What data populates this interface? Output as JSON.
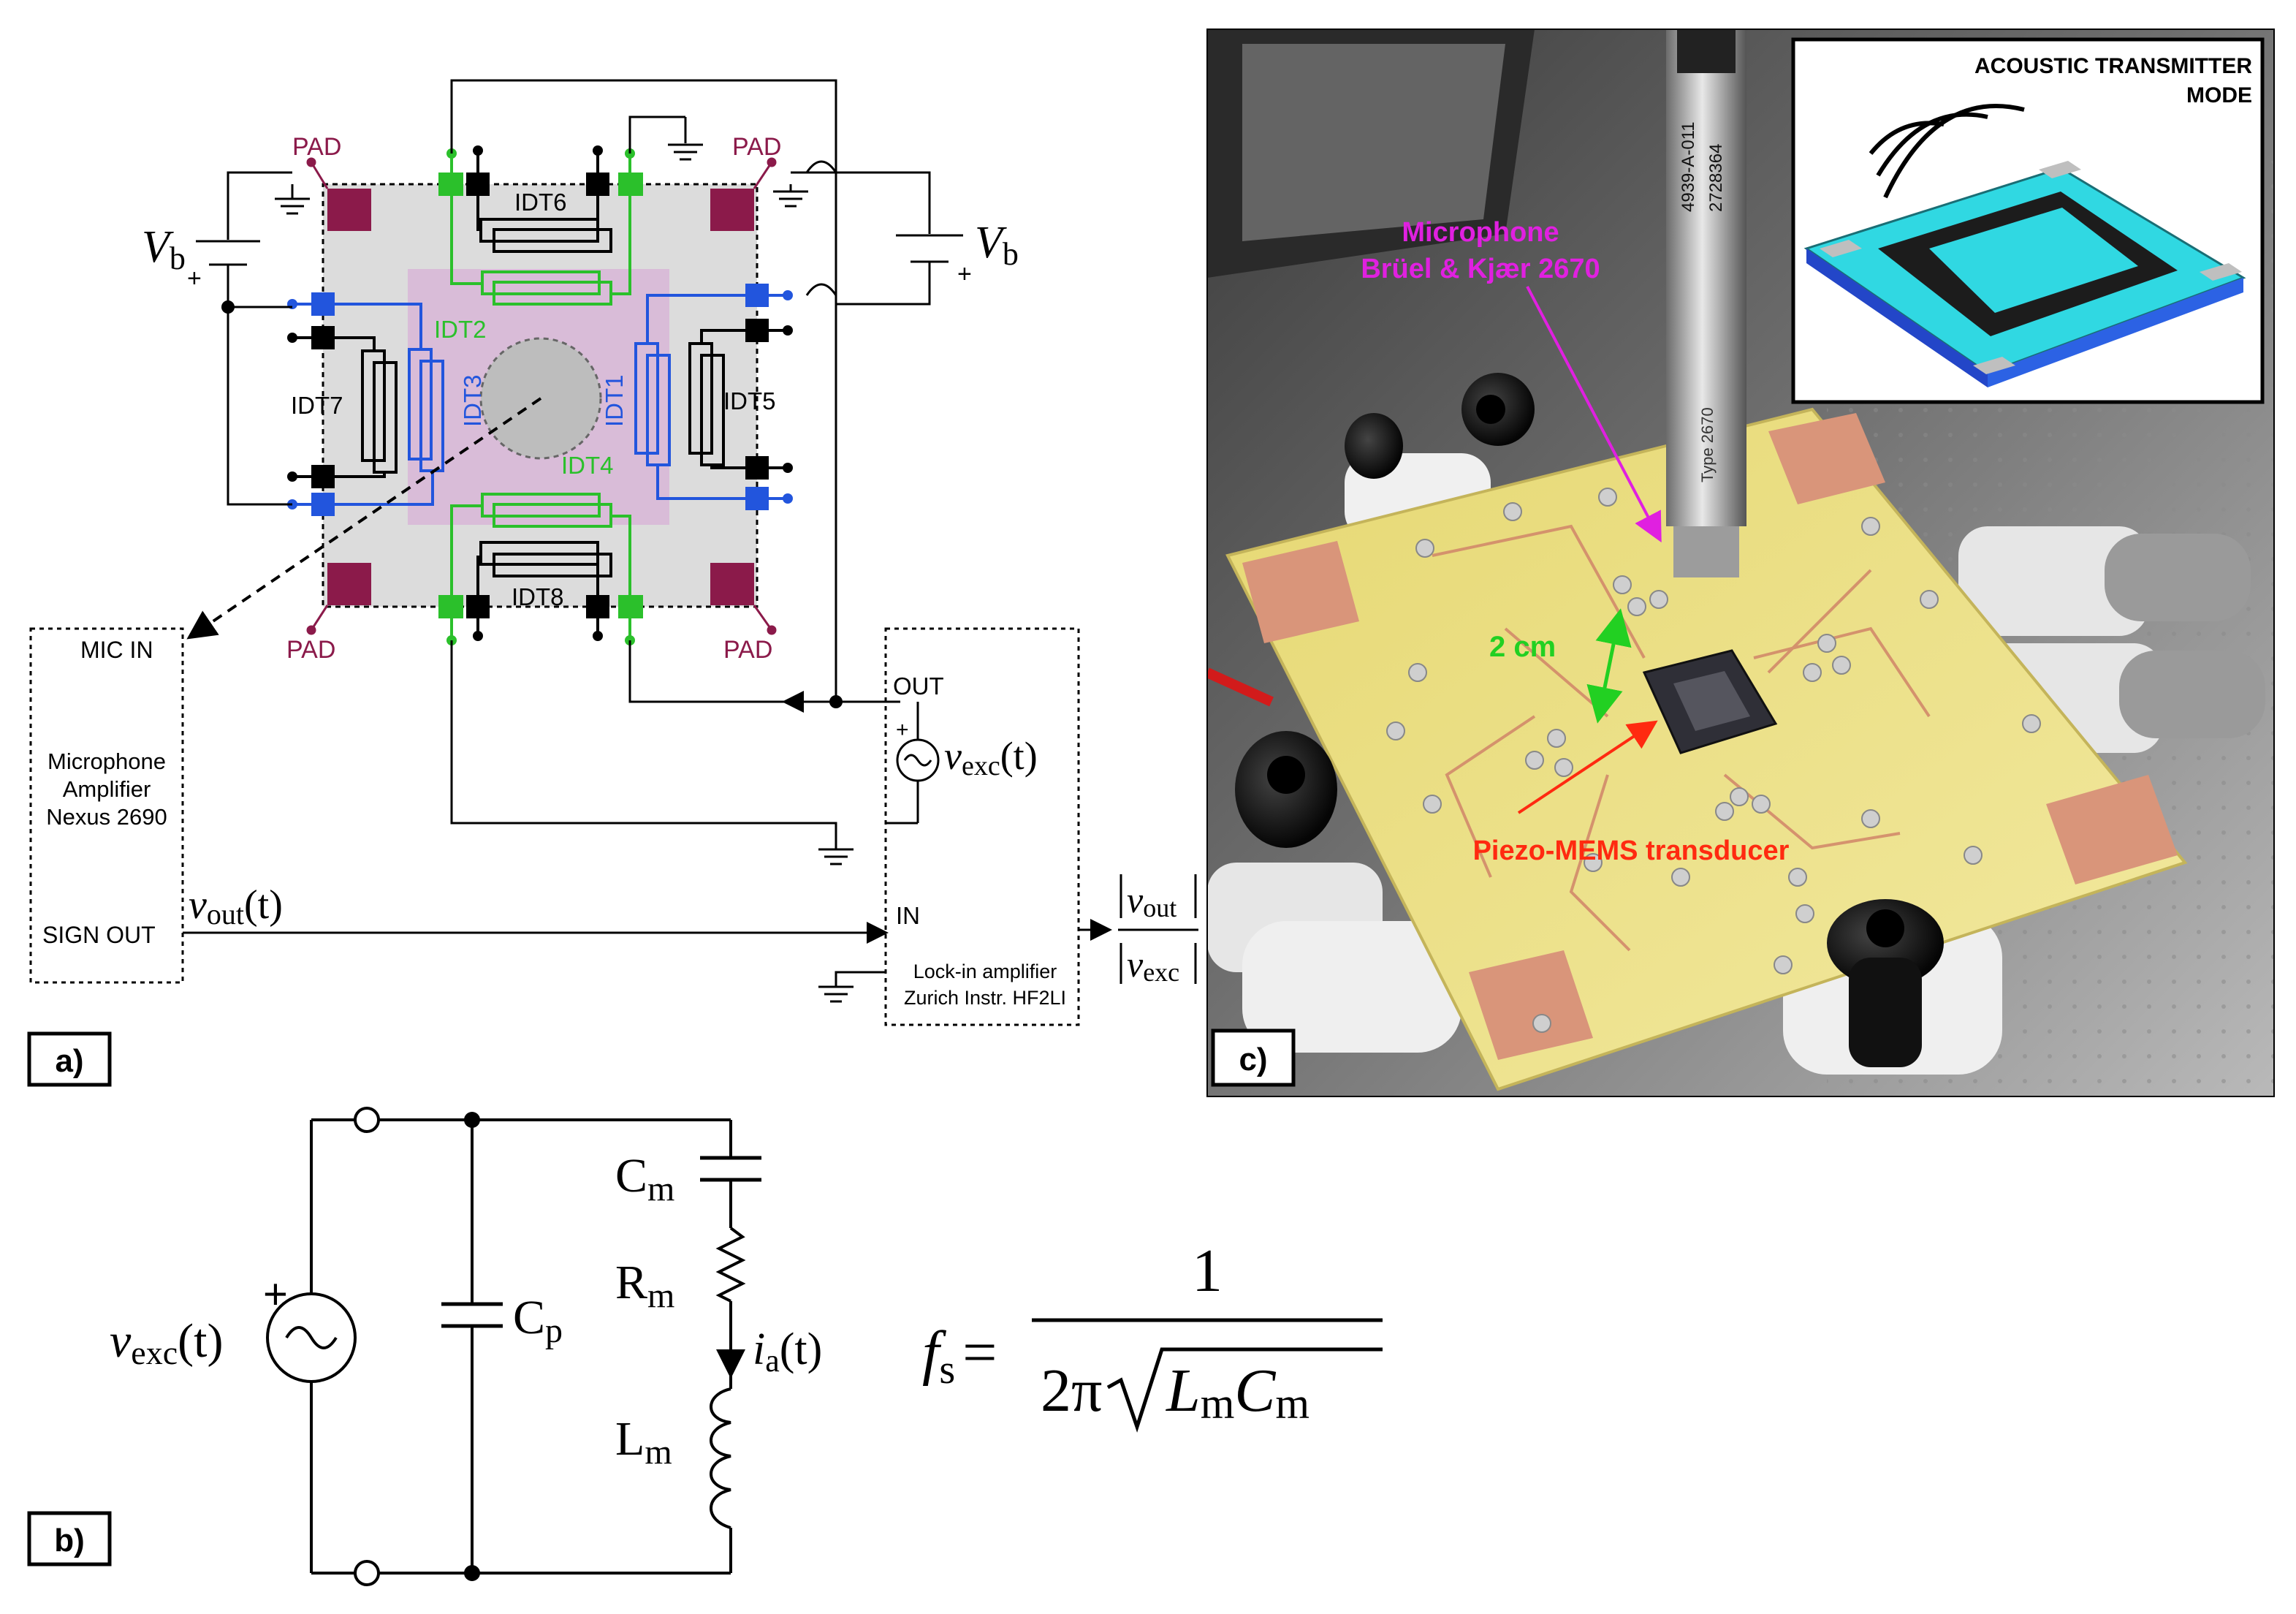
{
  "panel_a": {
    "label": "a)",
    "pads": [
      "PAD",
      "PAD",
      "PAD",
      "PAD"
    ],
    "vb_left": "V",
    "vb_left_sub": "b",
    "vb_right": "V",
    "vb_right_sub": "b",
    "plus": "+",
    "idts": {
      "idt1": "IDT1",
      "idt2": "IDT2",
      "idt3": "IDT3",
      "idt4": "IDT4",
      "idt5": "IDT5",
      "idt6": "IDT6",
      "idt7": "IDT7",
      "idt8": "IDT8"
    },
    "mic_box": {
      "mic_in": "MIC IN",
      "line1": "Microphone",
      "line2": "Amplifier",
      "line3": "Nexus 2690",
      "sign_out": "SIGN OUT"
    },
    "lockin_box": {
      "out": "OUT",
      "in": "IN",
      "line1": "Lock-in amplifier",
      "line2": "Zurich Instr. HF2LI"
    },
    "vexc": {
      "v": "v",
      "sub": "exc",
      "arg": "(t)"
    },
    "vout": {
      "v": "v",
      "sub": "out",
      "arg": "(t)"
    },
    "ratio": {
      "num_v": "v",
      "num_sub": "out",
      "den_v": "v",
      "den_sub": "exc"
    }
  },
  "panel_b": {
    "label": "b)",
    "cm": {
      "main": "C",
      "sub": "m"
    },
    "rm": {
      "main": "R",
      "sub": "m"
    },
    "lm": {
      "main": "L",
      "sub": "m"
    },
    "cp": {
      "main": "C",
      "sub": "p"
    },
    "ia": {
      "i": "i",
      "sub": "a",
      "arg": "(t)"
    },
    "vexc": {
      "v": "v",
      "sub": "exc",
      "arg": "(t)"
    },
    "plus": "+",
    "formula": {
      "f": "f",
      "f_sub": "s",
      "eq": "=",
      "num": "1",
      "den_prefix": "2π",
      "L": "L",
      "L_sub": "m",
      "C": "C",
      "C_sub": "m"
    }
  },
  "panel_c": {
    "label": "c)",
    "mic_line1": "Microphone",
    "mic_line2": "Brüel & Kjær 2670",
    "distance": "2 cm",
    "transducer": "Piezo-MEMS transducer",
    "inset_line1": "ACOUSTIC TRANSMITTER",
    "inset_line2": "MODE",
    "probe_text1": "4939-A-011",
    "probe_text2": "2728364",
    "probe_text3": "Type 2670",
    "label_colors": {
      "mic": "#e020e0",
      "distance": "#22d022",
      "transducer": "#ff2a10"
    }
  },
  "colors": {
    "pad": "#8b1a4a",
    "green": "#2bc02b",
    "blue": "#2255dd",
    "chip": "#d9d9d9",
    "center": "#d7b8d6"
  }
}
